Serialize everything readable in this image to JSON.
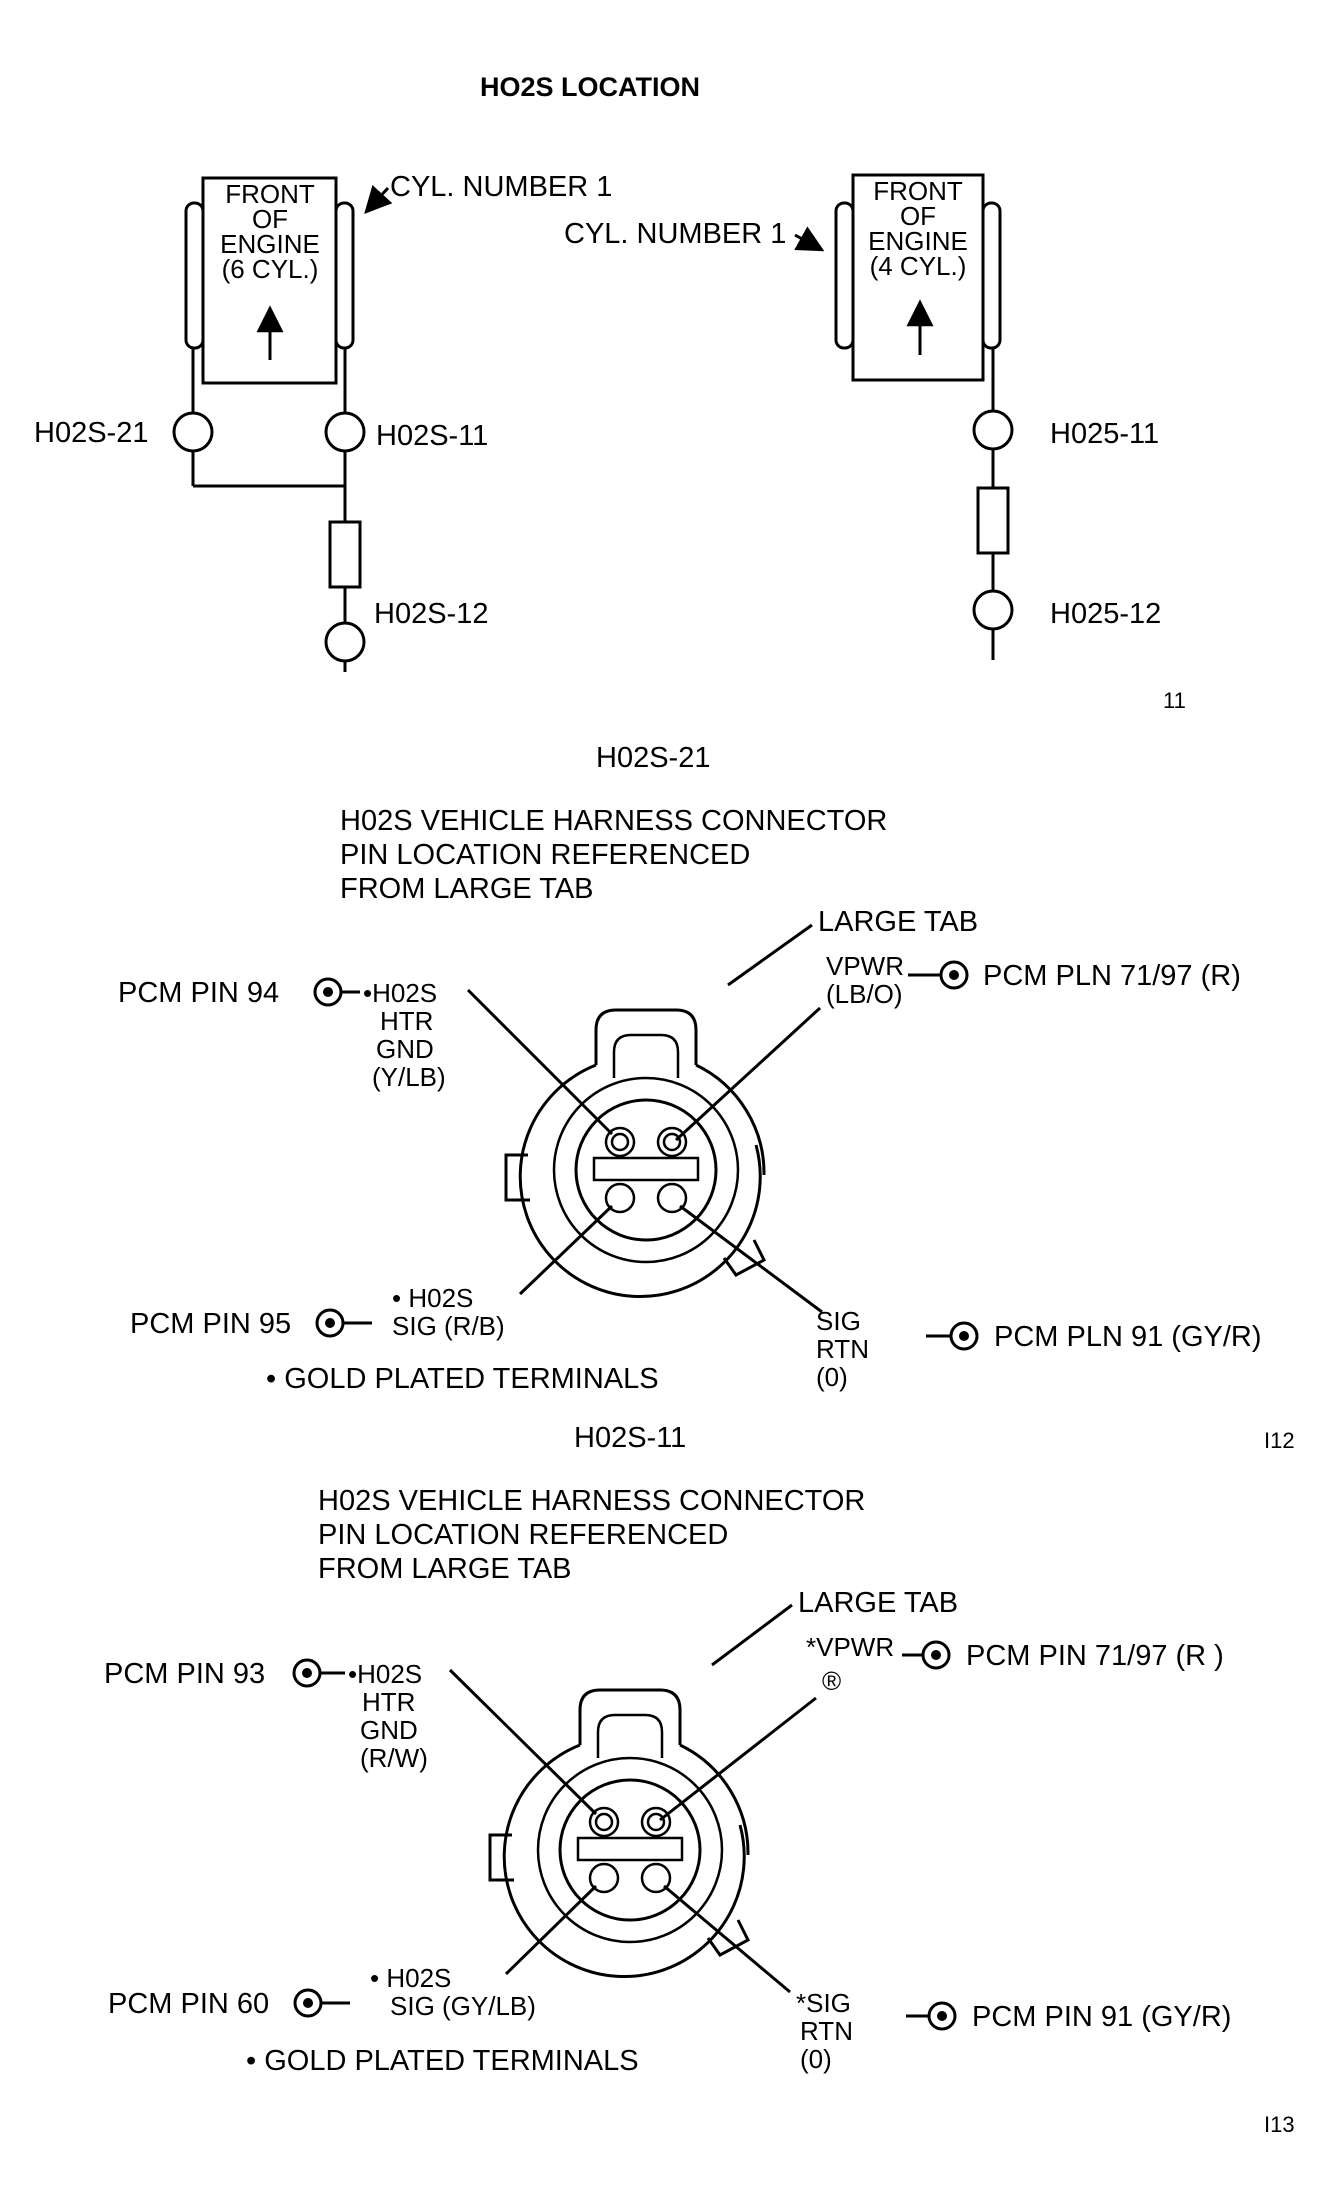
{
  "location": {
    "title": "HO2S LOCATION",
    "v6": {
      "engine_label": [
        "FRONT",
        "OF",
        "ENGINE",
        "(6 CYL.)"
      ],
      "cyl_label": "CYL. NUMBER 1",
      "sensor_21": "H02S-21",
      "sensor_11": "H02S-11",
      "sensor_12": "H02S-12"
    },
    "i4": {
      "engine_label": [
        "FRONT",
        "OF",
        "ENGINE",
        "(4 CYL.)"
      ],
      "cyl_label": "CYL. NUMBER 1",
      "sensor_11": "H025-11",
      "sensor_12": "H025-12"
    },
    "figure_number": "11"
  },
  "connectors": [
    {
      "heading": "H02S-21",
      "description": [
        "H02S VEHICLE HARNESS CONNECTOR",
        "PIN LOCATION REFERENCED",
        "FROM LARGE TAB"
      ],
      "large_tab": "LARGE TAB",
      "pin_htr": "PCM PIN 94",
      "htr_label": [
        "•H02S",
        "HTR",
        "GND",
        "(Y/LB)"
      ],
      "vpwr_label": [
        "VPWR",
        "(LB/O)"
      ],
      "pin_vpwr": "PCM PLN 71/97 (R)",
      "pin_sig": "PCM PIN 95",
      "sig_label": [
        "• H02S",
        "SIG (R/B)"
      ],
      "rtn_label": [
        "SIG",
        "RTN",
        "(0)"
      ],
      "pin_rtn": "PCM PLN 91 (GY/R)",
      "note": "• GOLD PLATED TERMINALS",
      "figure_number": "I12"
    },
    {
      "heading": "H02S-11",
      "description": [
        "H02S VEHICLE HARNESS CONNECTOR",
        "PIN LOCATION REFERENCED",
        "FROM LARGE TAB"
      ],
      "large_tab": "LARGE TAB",
      "pin_htr": "PCM PIN 93",
      "htr_label": [
        "•H02S",
        "HTR",
        "GND",
        "(R/W)"
      ],
      "vpwr_label": [
        "*VPWR",
        "®"
      ],
      "pin_vpwr": "PCM PIN 71/97 (R )",
      "pin_sig": "PCM PIN 60",
      "sig_label": [
        "• H02S",
        "SIG (GY/LB)"
      ],
      "rtn_label": [
        "*SIG",
        "RTN",
        "(0)"
      ],
      "pin_rtn": "PCM PIN 91 (GY/R)",
      "note": "• GOLD PLATED TERMINALS",
      "figure_number": "I13"
    }
  ]
}
